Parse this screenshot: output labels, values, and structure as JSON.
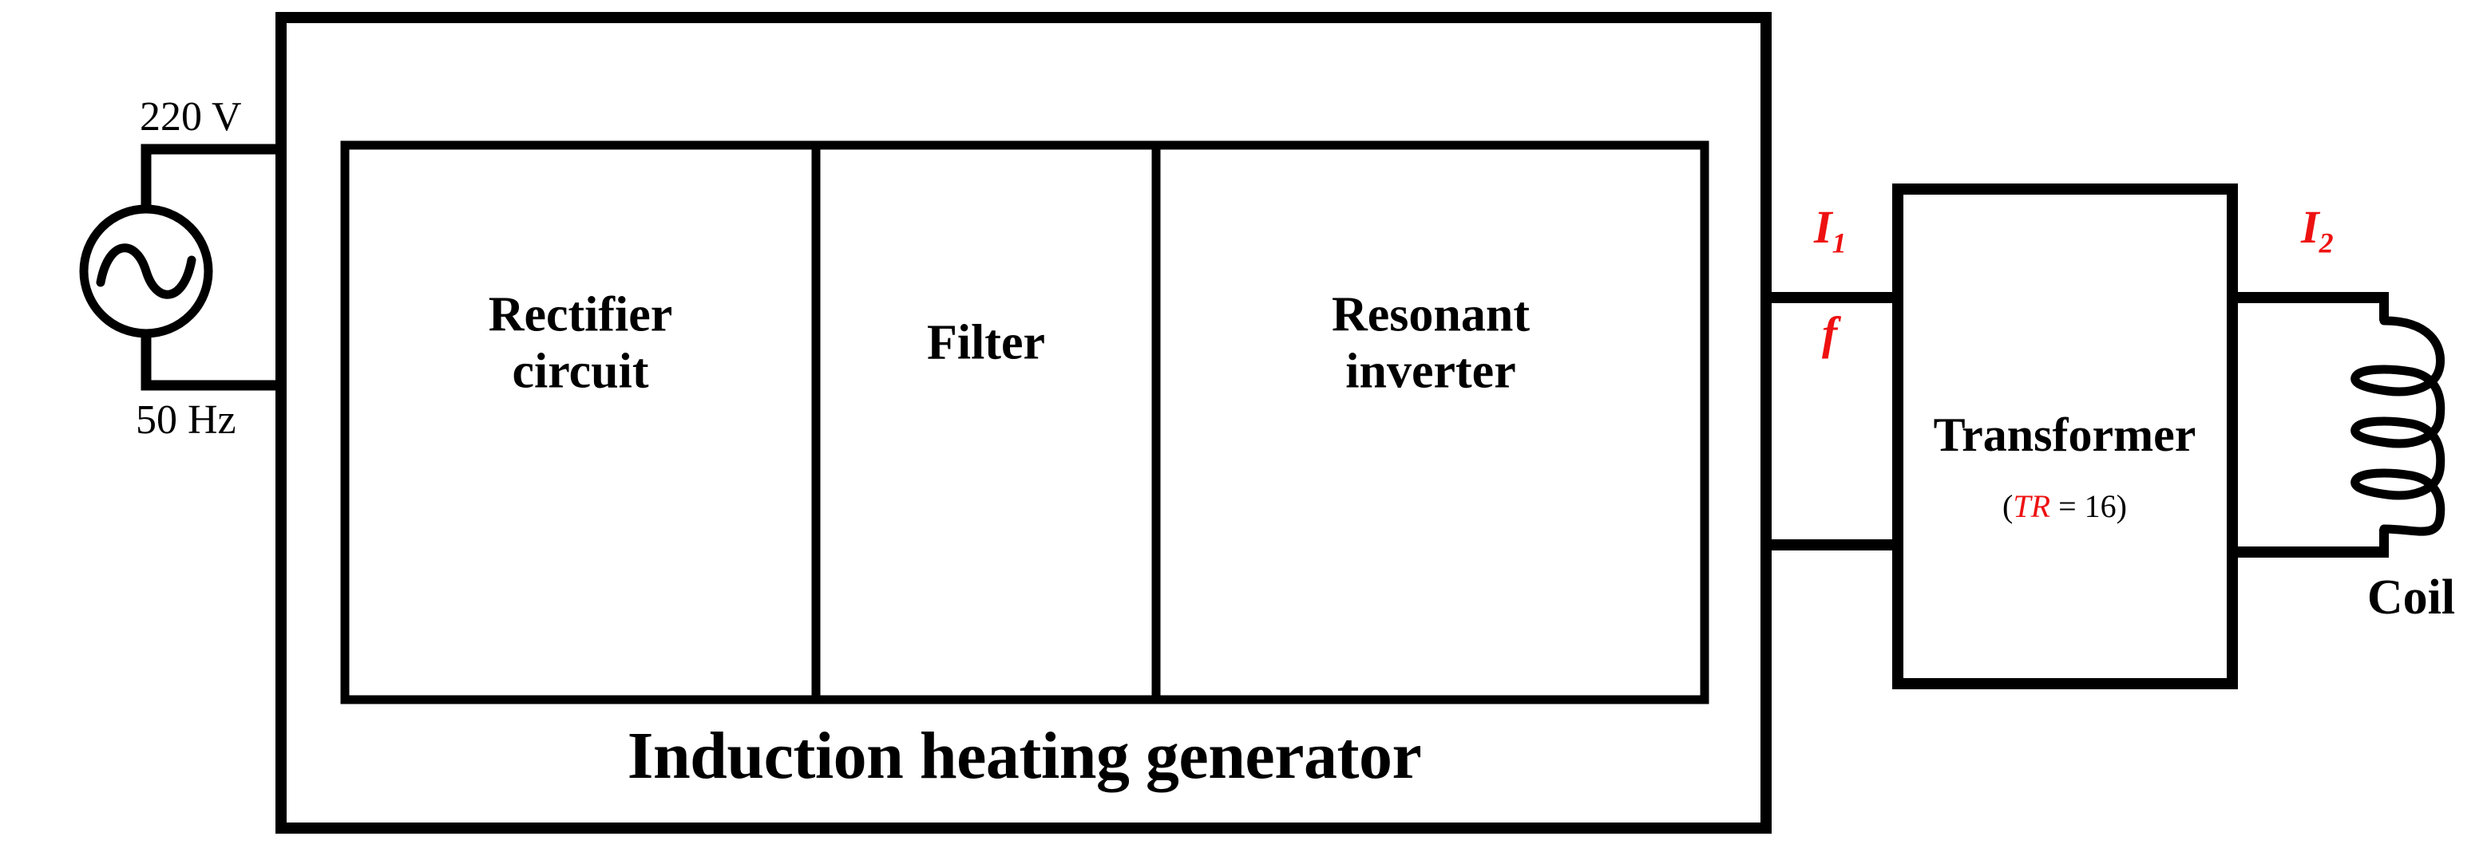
{
  "diagram": {
    "title": "Induction heating generator",
    "source": {
      "symbol": "ac-source",
      "voltage_label": "220 V",
      "frequency_label": "50 Hz"
    },
    "blocks": [
      {
        "id": "rectifier",
        "line1": "Rectifier",
        "line2": "circuit"
      },
      {
        "id": "filter",
        "line1": "Filter",
        "line2": ""
      },
      {
        "id": "inverter",
        "line1": "Resonant",
        "line2": "inverter"
      }
    ],
    "transformer": {
      "name": "Transformer",
      "ratio_open": "(",
      "ratio_symbol": "TR",
      "ratio_value": " = 16",
      "ratio_close": ")"
    },
    "load": {
      "name": "Coil",
      "symbol": "inductor-coil"
    },
    "annotations": {
      "primary_current": "I",
      "primary_current_sub": "1",
      "frequency_symbol": "f",
      "secondary_current": "I",
      "secondary_current_sub": "2"
    },
    "colors": {
      "line": "#000000",
      "accent": "#ee1111",
      "background": "#ffffff"
    }
  }
}
